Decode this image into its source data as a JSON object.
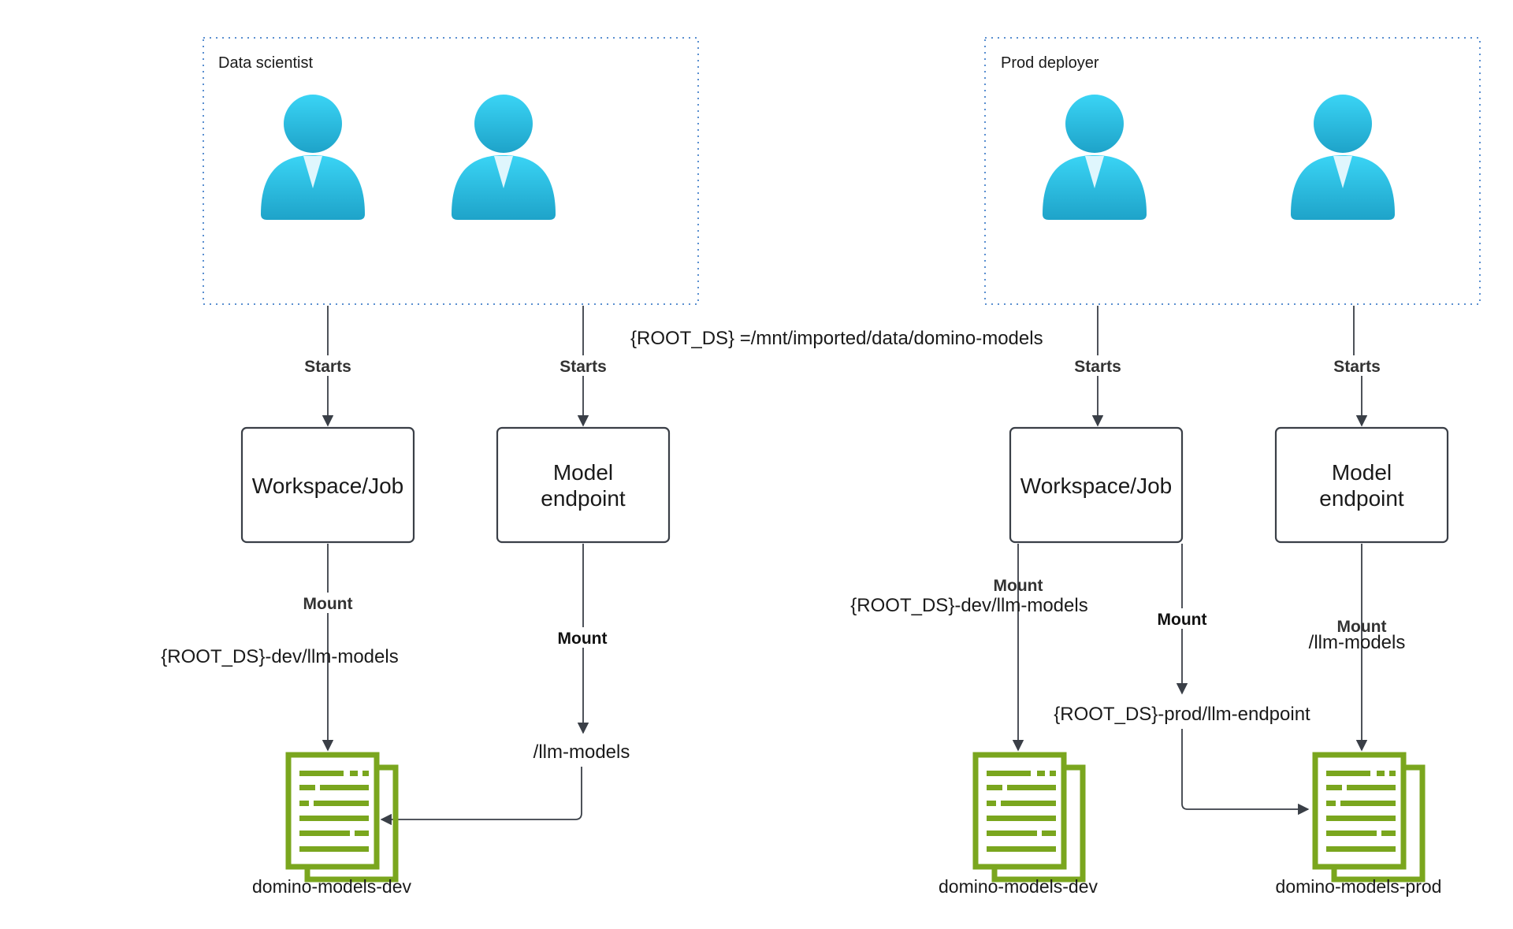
{
  "groups": {
    "data_scientist": {
      "title": "Data scientist"
    },
    "prod_deployer": {
      "title": "Prod deployer"
    }
  },
  "root_definition": "{ROOT_DS} =/mnt/imported/data/domino-models",
  "nodes": {
    "left_workspace": "Workspace/Job",
    "left_endpoint_line1": "Model",
    "left_endpoint_line2": "endpoint",
    "right_workspace": "Workspace/Job",
    "right_endpoint_line1": "Model",
    "right_endpoint_line2": "endpoint"
  },
  "edges": {
    "starts_1": "Starts",
    "starts_2": "Starts",
    "starts_3": "Starts",
    "starts_4": "Starts",
    "mount_left_ws": "Mount",
    "mount_left_ws_path": "{ROOT_DS}-dev/llm-models",
    "mount_left_ep": "Mount",
    "mount_left_ep_path": "/llm-models",
    "mount_right_ws_a": "Mount",
    "mount_right_ws_a_path": "{ROOT_DS}-dev/llm-models",
    "mount_right_ws_b": "Mount",
    "mount_right_ws_b_path": "{ROOT_DS}-prod/llm-endpoint",
    "mount_right_ep": "Mount",
    "mount_right_ep_path": "/llm-models"
  },
  "datasets": {
    "left_dev": "domino-models-dev",
    "right_dev": "domino-models-dev",
    "right_prod": "domino-models-prod"
  },
  "colors": {
    "user_icon": "#29c2e8",
    "dataset_icon": "#7aa61e",
    "frame": "#5a8fd0",
    "line": "#3a3f47"
  },
  "icons": {
    "user": "user-icon",
    "dataset": "dataset-document-icon"
  }
}
